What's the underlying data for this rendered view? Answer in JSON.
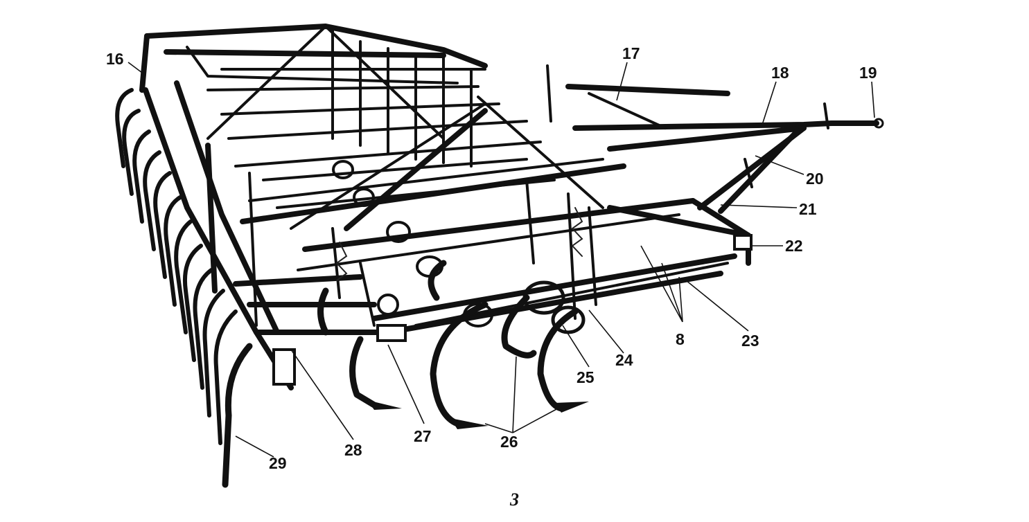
{
  "figure": {
    "caption": "3",
    "callouts": [
      {
        "id": "16",
        "text": "16"
      },
      {
        "id": "17",
        "text": "17"
      },
      {
        "id": "18",
        "text": "18"
      },
      {
        "id": "19",
        "text": "19"
      },
      {
        "id": "20",
        "text": "20"
      },
      {
        "id": "21",
        "text": "21"
      },
      {
        "id": "22",
        "text": "22"
      },
      {
        "id": "8",
        "text": "8"
      },
      {
        "id": "23",
        "text": "23"
      },
      {
        "id": "24",
        "text": "24"
      },
      {
        "id": "25",
        "text": "25"
      },
      {
        "id": "26",
        "text": "26"
      },
      {
        "id": "27",
        "text": "27"
      },
      {
        "id": "28",
        "text": "28"
      },
      {
        "id": "29",
        "text": "29"
      }
    ]
  }
}
